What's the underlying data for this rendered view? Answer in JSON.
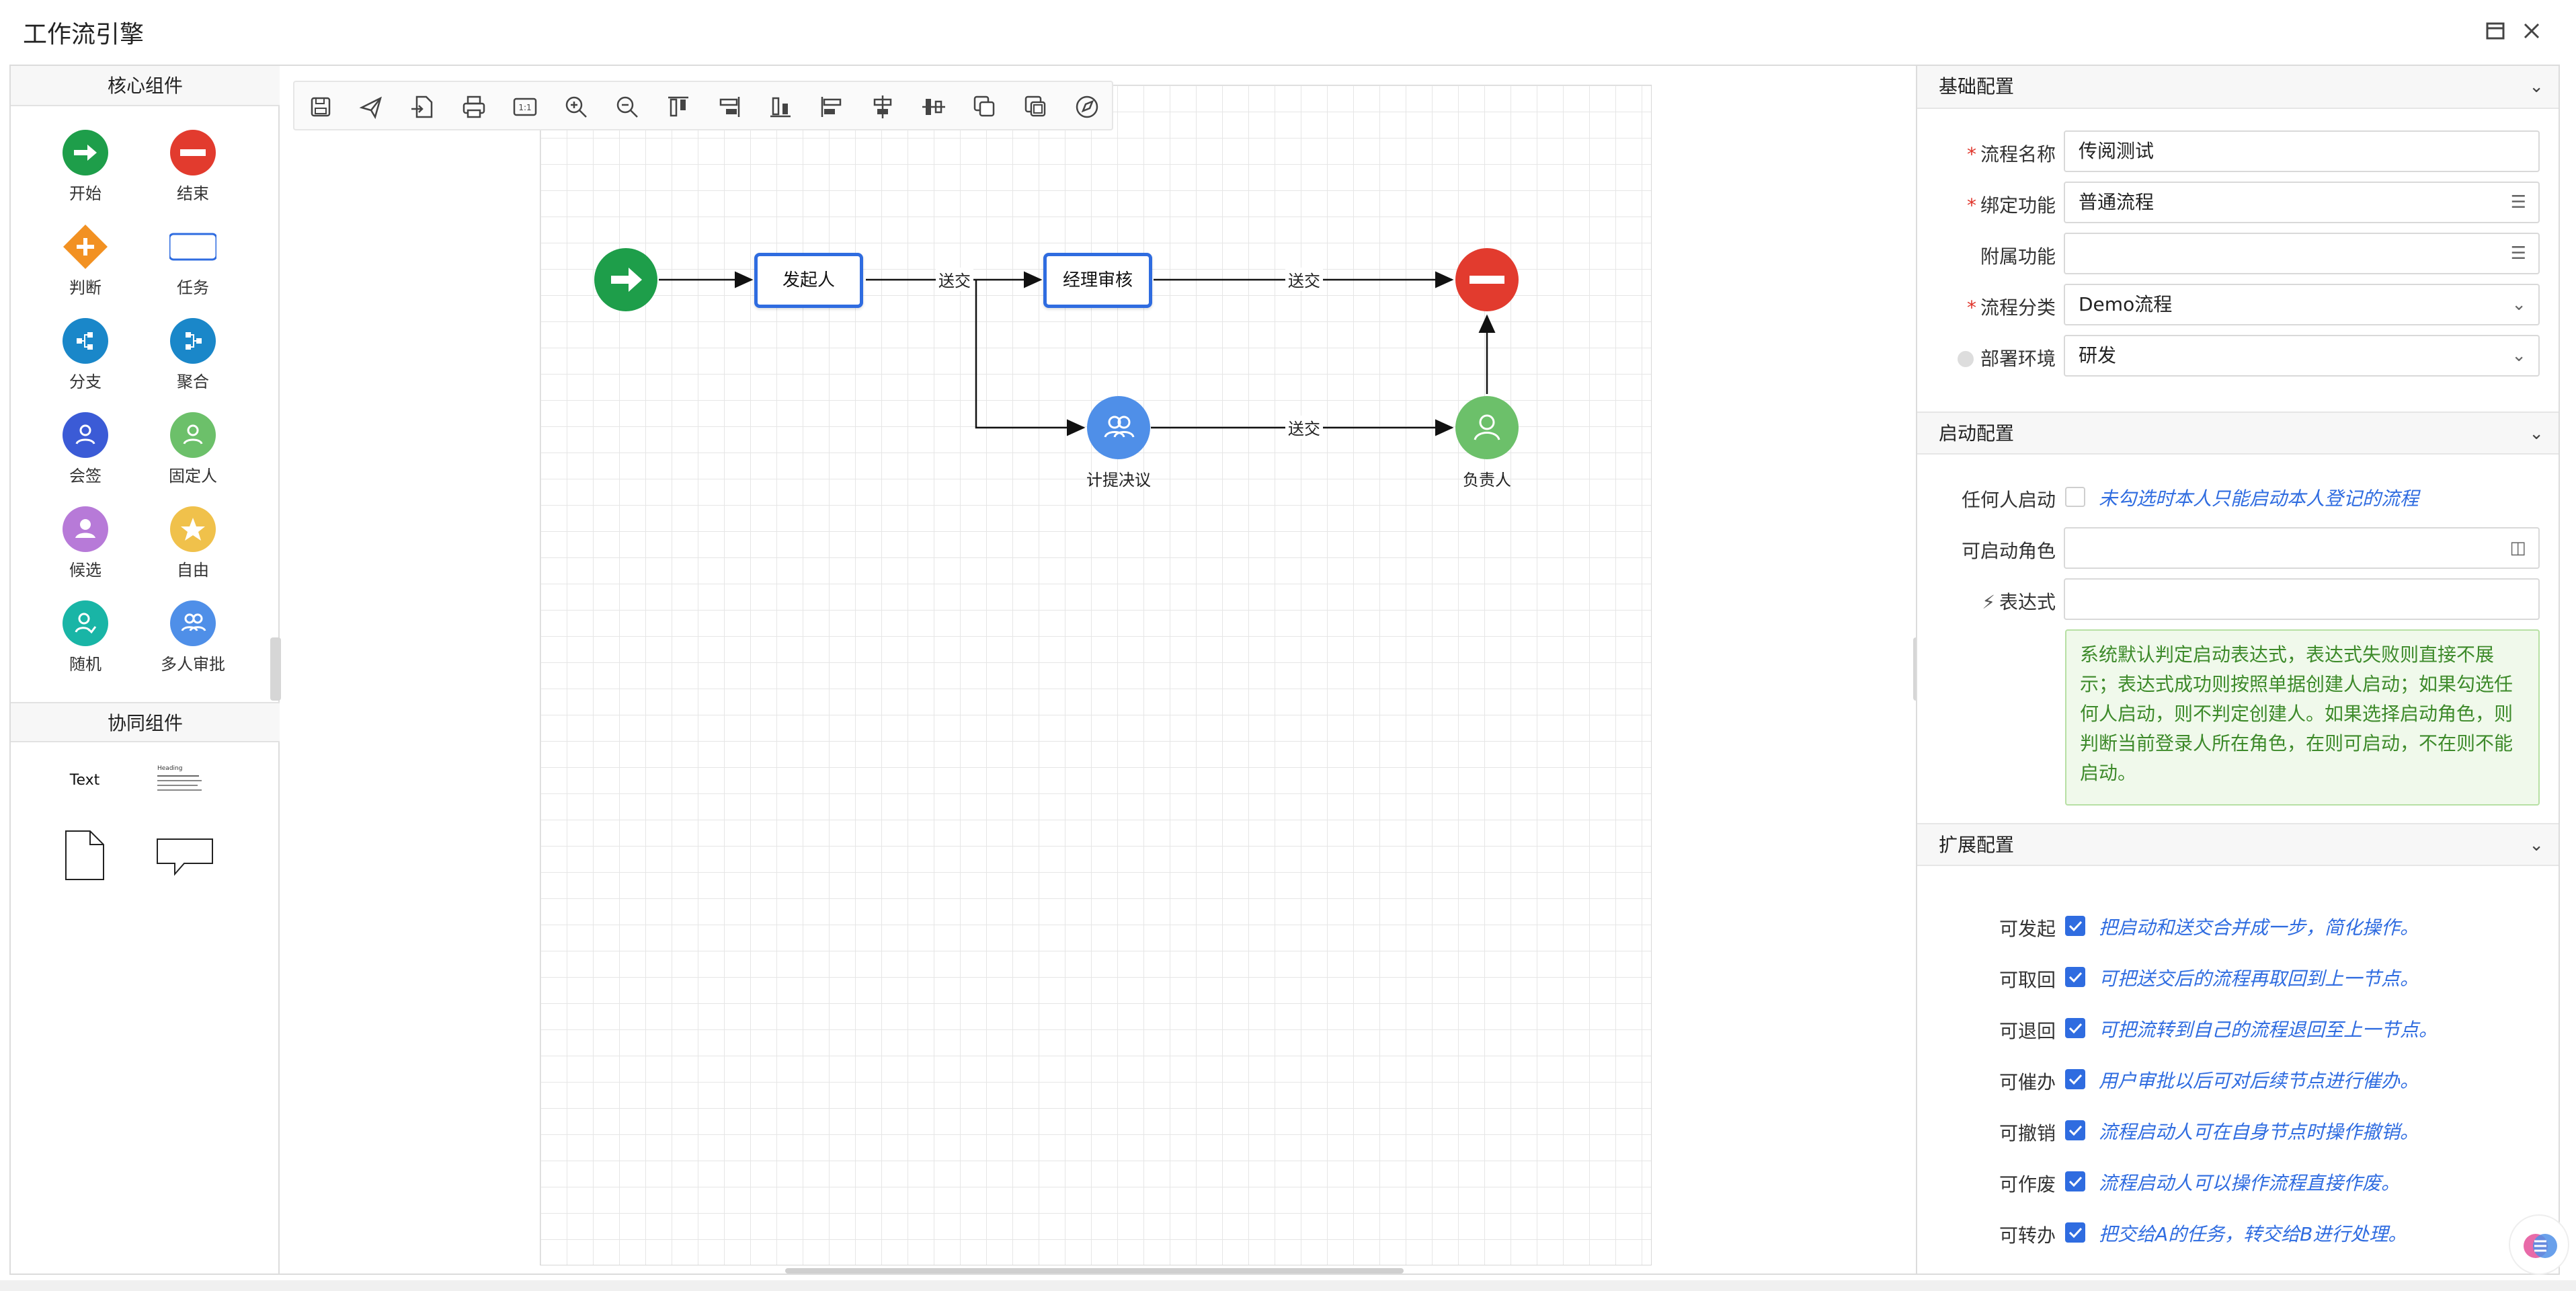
{
  "window": {
    "title": "工作流引擎",
    "restore_icon": "restore-icon",
    "close_icon": "close-icon"
  },
  "palette": {
    "core_title": "核心组件",
    "core_items": [
      {
        "label": "开始",
        "icon": "start-icon",
        "color": "#1e9e4a"
      },
      {
        "label": "结束",
        "icon": "end-icon",
        "color": "#e23b2e"
      },
      {
        "label": "判断",
        "icon": "decision-icon",
        "color": "#f29122"
      },
      {
        "label": "任务",
        "icon": "task-icon",
        "color": "#2f6ce0"
      },
      {
        "label": "分支",
        "icon": "branch-icon",
        "color": "#1a87c9"
      },
      {
        "label": "聚合",
        "icon": "merge-icon",
        "color": "#1a87c9"
      },
      {
        "label": "会签",
        "icon": "countersign-icon",
        "color": "#3b5bd6"
      },
      {
        "label": "固定人",
        "icon": "fixed-person-icon",
        "color": "#6cc06a"
      },
      {
        "label": "候选",
        "icon": "candidate-icon",
        "color": "#b77ad8"
      },
      {
        "label": "自由",
        "icon": "free-icon",
        "color": "#f0c14b"
      },
      {
        "label": "随机",
        "icon": "random-icon",
        "color": "#19b5a6"
      },
      {
        "label": "多人审批",
        "icon": "multi-approve-icon",
        "color": "#4f8fe8"
      }
    ],
    "collab_title": "协同组件",
    "collab_items": [
      {
        "label": "Text",
        "icon": "text-icon"
      },
      {
        "label": "Heading",
        "icon": "heading-icon"
      },
      {
        "label": "",
        "icon": "document-icon"
      },
      {
        "label": "",
        "icon": "callout-icon"
      }
    ]
  },
  "toolbar": [
    "save-icon",
    "send-icon",
    "import-icon",
    "print-icon",
    "actual-size-icon",
    "zoom-in-icon",
    "zoom-out-icon",
    "align-top-icon",
    "align-right-icon",
    "align-bottom-icon",
    "align-left-icon",
    "align-center-icon",
    "align-middle-icon",
    "copy-icon",
    "paste-icon",
    "navigate-icon"
  ],
  "diagram": {
    "nodes": {
      "initiator": "发起人",
      "manager": "经理审核",
      "proposal": "计提决议",
      "owner": "负责人"
    },
    "edges": {
      "e1": "送交",
      "e2": "送交",
      "e3": "送交"
    }
  },
  "basic_config": {
    "title": "基础配置",
    "fields": {
      "process_name": {
        "label": "流程名称",
        "value": "传阅测试",
        "required": true
      },
      "bind_function": {
        "label": "绑定功能",
        "value": "普通流程",
        "required": true
      },
      "attached_function": {
        "label": "附属功能",
        "value": "",
        "required": false
      },
      "process_category": {
        "label": "流程分类",
        "value": "Demo流程",
        "required": true
      },
      "deploy_env": {
        "label": "部署环境",
        "value": "研发",
        "required": false
      }
    }
  },
  "start_config": {
    "title": "启动配置",
    "anyone_label": "任何人启动",
    "anyone_hint": "未勾选时本人只能启动本人登记的流程",
    "roles_label": "可启动角色",
    "roles_value": "",
    "expr_label": "表达式",
    "expr_value": "",
    "note": "系统默认判定启动表达式，表达式失败则直接不展示；表达式成功则按照单据创建人启动；如果勾选任何人启动，则不判定创建人。如果选择启动角色，则判断当前登录人所在角色，在则可启动，不在则不能启动。"
  },
  "ext_config": {
    "title": "扩展配置",
    "items": [
      {
        "label": "可发起",
        "hint": "把启动和送交合并成一步，简化操作。",
        "checked": true
      },
      {
        "label": "可取回",
        "hint": "可把送交后的流程再取回到上一节点。",
        "checked": true
      },
      {
        "label": "可退回",
        "hint": "可把流转到自己的流程退回至上一节点。",
        "checked": true
      },
      {
        "label": "可催办",
        "hint": "用户审批以后可对后续节点进行催办。",
        "checked": true
      },
      {
        "label": "可撤销",
        "hint": "流程启动人可在自身节点时操作撤销。",
        "checked": true
      },
      {
        "label": "可作废",
        "hint": "流程启动人可以操作流程直接作废。",
        "checked": true
      },
      {
        "label": "可转办",
        "hint": "把交给A的任务，转交给B进行处理。",
        "checked": true
      }
    ]
  }
}
